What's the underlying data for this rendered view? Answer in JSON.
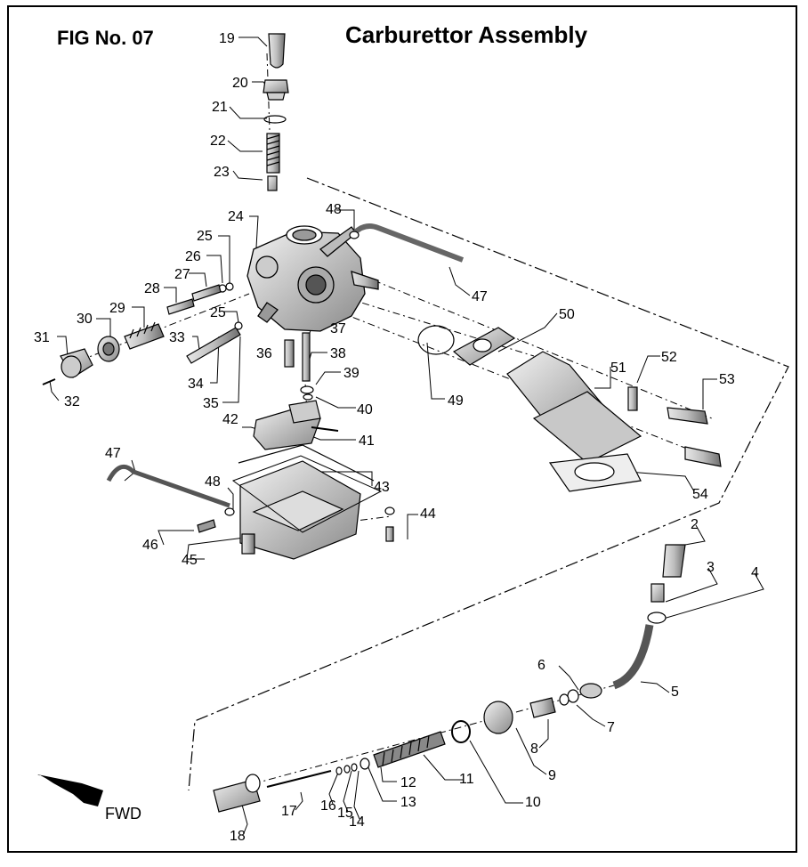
{
  "header": {
    "fig_label": "FIG No. 07",
    "title": "Carburettor Assembly"
  },
  "direction_label": "FWD",
  "part_numbers": [
    "19",
    "20",
    "21",
    "22",
    "23",
    "24",
    "25",
    "26",
    "27",
    "28",
    "29",
    "30",
    "31",
    "32",
    "33",
    "34",
    "25",
    "35",
    "36",
    "37",
    "38",
    "39",
    "40",
    "41",
    "42",
    "48",
    "47",
    "47",
    "48",
    "43",
    "44",
    "46",
    "45",
    "50",
    "49",
    "51",
    "52",
    "53",
    "54",
    "2",
    "3",
    "4",
    "5",
    "6",
    "7",
    "8",
    "9",
    "10",
    "11",
    "12",
    "13",
    "14",
    "15",
    "16",
    "17",
    "18"
  ]
}
